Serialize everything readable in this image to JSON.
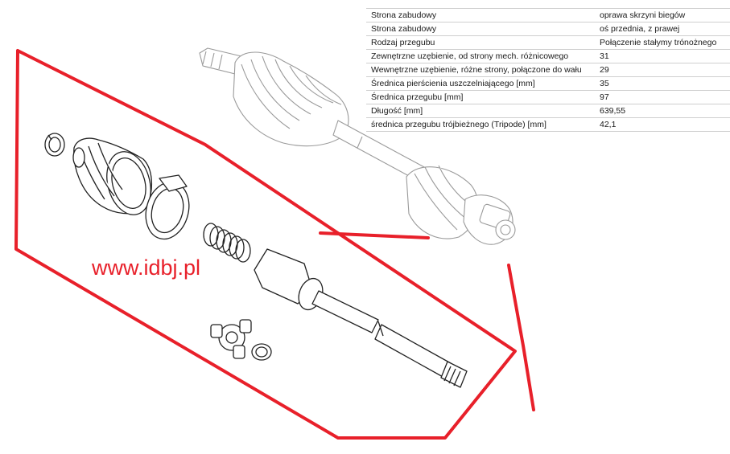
{
  "specs": [
    {
      "key": "Strona zabudowy",
      "value": "oprawa skrzyni biegów"
    },
    {
      "key": "Strona zabudowy",
      "value": "oś przednia, z prawej"
    },
    {
      "key": "Rodzaj przegubu",
      "value": "Połączenie stałymy trónożnego"
    },
    {
      "key": "Zewnętrzne uzębienie, od strony mech. różnicowego",
      "value": "31"
    },
    {
      "key": "Wewnętrzne uzębienie, różne strony, połączone do wału",
      "value": "29"
    },
    {
      "key": "Średnica pierścienia uszczelniającego [mm]",
      "value": "35"
    },
    {
      "key": "Średnica przegubu [mm]",
      "value": "97"
    },
    {
      "key": "Długość [mm]",
      "value": "639,55"
    },
    {
      "key": "średnica przegubu trójbieżnego (Tripode) [mm]",
      "value": "42,1"
    }
  ],
  "watermark": "www.idbj.pl",
  "colors": {
    "annotation": "#e8202a",
    "line_art": "#222222",
    "faded_art": "#9a9a9a"
  }
}
